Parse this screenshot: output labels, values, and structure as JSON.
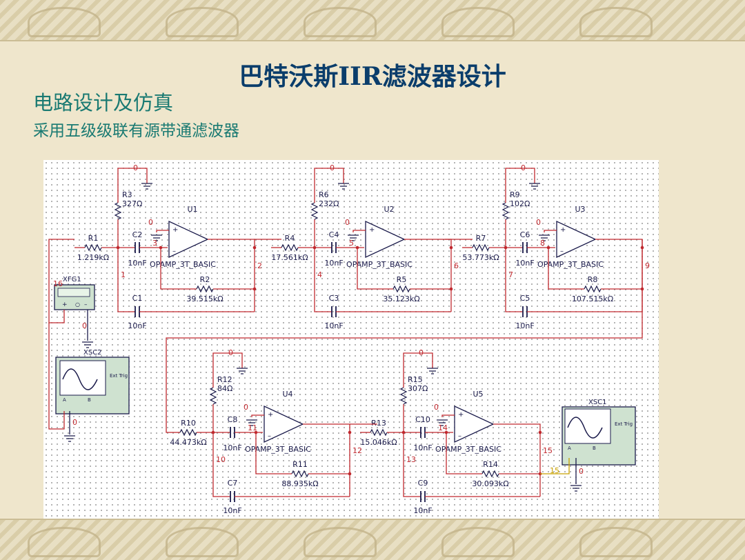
{
  "slide": {
    "title": "巴特沃斯IIR滤波器设计",
    "subtitle1": "电路设计及仿真",
    "subtitle2": "采用五级级联有源带通滤波器"
  },
  "schematic": {
    "opamp_model": "OPAMP_3T_BASIC",
    "ground_label": "0",
    "instruments": {
      "fg": "XFG1",
      "scope_in": "XSC2",
      "scope_out": "XSC1",
      "ext_trig": "Ext Trig",
      "a": "A",
      "b": "B",
      "plus": "+",
      "minus": "_"
    },
    "stages": [
      {
        "opamp": "U1",
        "r_ground": "R3",
        "r_ground_val": "327Ω",
        "r_in": "R1",
        "r_in_val": "1.219kΩ",
        "c_series": "C2",
        "c_series_val": "10nF",
        "r_fb": "R2",
        "r_fb_val": "39.515kΩ",
        "c_fb": "C1",
        "c_fb_val": "10nF",
        "n_in": "1",
        "n_inv": "3",
        "n_out": "2"
      },
      {
        "opamp": "U2",
        "r_ground": "R6",
        "r_ground_val": "232Ω",
        "r_in": "R4",
        "r_in_val": "17.561kΩ",
        "c_series": "C4",
        "c_series_val": "10nF",
        "r_fb": "R5",
        "r_fb_val": "35.123kΩ",
        "c_fb": "C3",
        "c_fb_val": "10nF",
        "n_in": "4",
        "n_inv": "5",
        "n_out": "6"
      },
      {
        "opamp": "U3",
        "r_ground": "R9",
        "r_ground_val": "102Ω",
        "r_in": "R7",
        "r_in_val": "53.773kΩ",
        "c_series": "C6",
        "c_series_val": "10nF",
        "r_fb": "R8",
        "r_fb_val": "107.515kΩ",
        "c_fb": "C5",
        "c_fb_val": "10nF",
        "n_in": "7",
        "n_inv": "8",
        "n_out": "9"
      },
      {
        "opamp": "U4",
        "r_ground": "R12",
        "r_ground_val": "84Ω",
        "r_in": "R10",
        "r_in_val": "44.473kΩ",
        "c_series": "C8",
        "c_series_val": "10nF",
        "r_fb": "R11",
        "r_fb_val": "88.935kΩ",
        "c_fb": "C7",
        "c_fb_val": "10nF",
        "n_in": "10",
        "n_inv": "11",
        "n_out": "12"
      },
      {
        "opamp": "U5",
        "r_ground": "R15",
        "r_ground_val": "307Ω",
        "r_in": "R13",
        "r_in_val": "15.046kΩ",
        "c_series": "C10",
        "c_series_val": "10nF",
        "r_fb": "R14",
        "r_fb_val": "30.093kΩ",
        "c_fb": "C9",
        "c_fb_val": "10nF",
        "n_in": "13",
        "n_inv": "14",
        "n_out": "15"
      }
    ],
    "nets": {
      "fg_out": "16"
    }
  },
  "colors": {
    "wire": "#c0282e",
    "component": "#1a1a4a",
    "net_label": "#c0282e",
    "title": "#0a3d6b",
    "subtitle": "#1a7a72",
    "instrument_body": "#cfe2d0"
  }
}
